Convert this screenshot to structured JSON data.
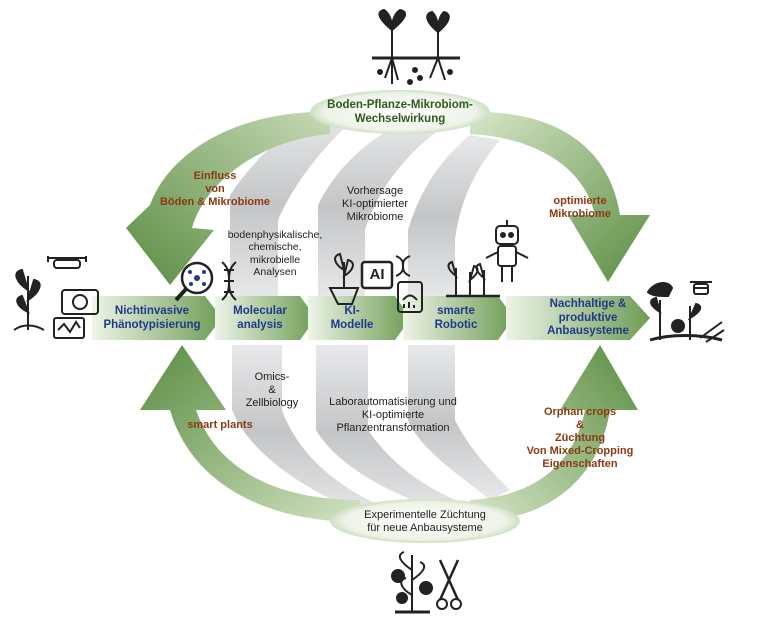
{
  "hubs": {
    "top": "Boden-Pflanze-Mikrobiom-\nWechselwirkung",
    "bottom": "Experimentelle Züchtung\nfür neue Anbausysteme"
  },
  "arc_labels": {
    "upper_left": "Einfluss\nvon\nBöden & Mikrobiome",
    "upper_right": "optimierte\nMikrobiome",
    "lower_left": "smart plants",
    "lower_right": "Orphan crops\n&\nZüchtung\nVon Mixed-Cropping\nEigenschaften"
  },
  "stages": [
    {
      "label": "Nichtinvasive\nPhänotypisierung"
    },
    {
      "label": "Molecular\nanalysis"
    },
    {
      "label": "KI-\nModelle"
    },
    {
      "label": "smarte\nRobotic"
    },
    {
      "label": "Nachhaltige &\nproduktive\nAnbausysteme"
    }
  ],
  "band_labels": {
    "soil_physics": "bodenphysikalische,\nchemische,\nmikrobielle\nAnalysen",
    "microbiome_prediction": "Vorhersage\nKI-optimierter\nMikrobiome",
    "omics": "Omics-\n&\nZellbiology",
    "lab_automation": "Laborautomatisierung und\nKI-optimierte\nPflanzentransformation"
  },
  "icons": {
    "ai_badge": "AI",
    "top": "plants-with-roots-icon",
    "bottom": "tomato-plant-with-scissors-icon",
    "left": "phenotyping-drone-camera-icon",
    "right": "sustainable-farm-icon"
  },
  "colors": {
    "arc_green": "#5f8f46",
    "band_gray": "#c9cacc",
    "stage_arrow": "#7fa86a",
    "label_brown": "#8a3a12",
    "label_blue": "#1f3a8a"
  }
}
